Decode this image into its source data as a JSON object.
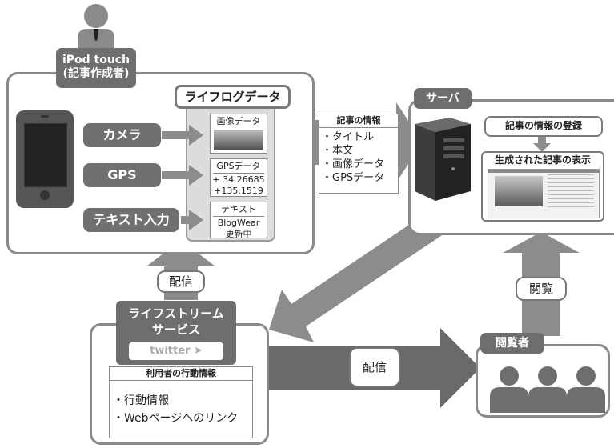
{
  "author": {
    "label_line1": "iPod touch",
    "label_line2": "(記事作成者)"
  },
  "lifelog": {
    "title": "ライフログデータ",
    "sources": [
      "カメラ",
      "GPS",
      "テキスト入力"
    ],
    "cards": {
      "image": {
        "title": "画像データ"
      },
      "gps": {
        "title": "GPSデータ",
        "lat": "+ 34.26685",
        "lon": "+135.1519"
      },
      "text": {
        "title": "テキスト",
        "line1": "BlogWear",
        "line2": "更新中"
      }
    }
  },
  "article_info": {
    "title": "記事の情報",
    "items": [
      "・タイトル",
      "・本文",
      "・画像データ",
      "・GPSデータ"
    ]
  },
  "server": {
    "label": "サーバ",
    "register": "記事の情報の登録",
    "display": "生成された記事の表示"
  },
  "lifestream": {
    "title_line1": "ライフストリーム",
    "title_line2": "サービス",
    "logo_text": "twitter",
    "action_info_title": "利用者の行動情報",
    "action_items": [
      "・行動情報",
      "・Webページへのリンク"
    ]
  },
  "delivery_label_1": "配信",
  "delivery_label_2": "配信",
  "view_label": "閲覧",
  "viewers": {
    "label": "閲覧者",
    "count": 3
  },
  "colors": {
    "panel_border": "#8a8a8a",
    "label_dark": "#6e6e6e",
    "arrow": "#8c8c8c"
  }
}
